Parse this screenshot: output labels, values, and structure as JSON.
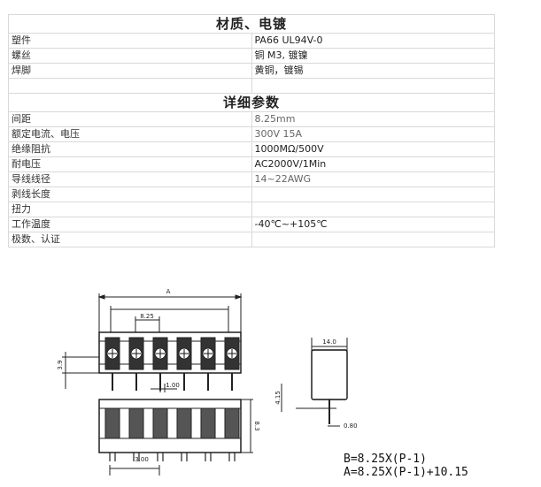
{
  "material": {
    "title": "材质、电镀",
    "rows": [
      {
        "label": "塑件",
        "value": "PA66 UL94V-0"
      },
      {
        "label": "螺丝",
        "value": "铜  M3, 镀镍"
      },
      {
        "label": "焊脚",
        "value": "黄铜，镀锡"
      }
    ]
  },
  "params": {
    "title": "详细参数",
    "rows": [
      {
        "label": "间距",
        "value": "8.25mm"
      },
      {
        "label": "额定电流、电压",
        "value": "300V  15A"
      },
      {
        "label": "绝缘阻抗",
        "value": "1000MΩ/500V"
      },
      {
        "label": "耐电压",
        "value": "AC2000V/1Min"
      },
      {
        "label": "导线线径",
        "value": "14~22AWG"
      },
      {
        "label": "剥线长度",
        "value": ""
      },
      {
        "label": "扭力",
        "value": ""
      },
      {
        "label": "工作温度",
        "value": "-40℃~+105℃"
      },
      {
        "label": "极数、认证",
        "value": ""
      }
    ]
  },
  "drawing": {
    "dim_a": "A",
    "dim_pitch": "8.25",
    "dim_height": "3.9",
    "dim_pin": "1.00",
    "dim_pin_spacing": "3.00",
    "dim_side_b": "8.3",
    "dim_width": "14.0",
    "dim_side_h": "4.15",
    "dim_pin_w": "0.80",
    "formula_b": "B=8.25X(P-1)",
    "formula_a": "A=8.25X(P-1)+10.15"
  }
}
